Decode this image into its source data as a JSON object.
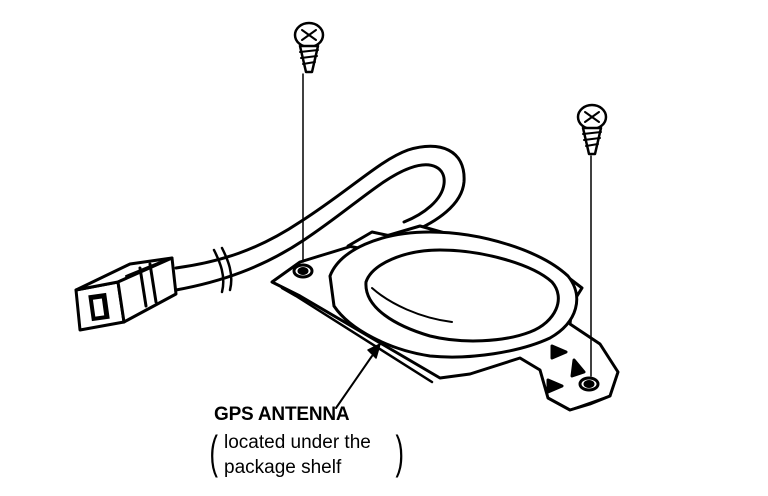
{
  "callout": {
    "title": "GPS ANTENNA",
    "note_lines": [
      "located under the",
      "package shelf"
    ],
    "paren_open": "(",
    "paren_close": ")"
  },
  "colors": {
    "ink": "#000000",
    "background": "#ffffff"
  },
  "parts": [
    "connector-icon",
    "cable",
    "antenna-housing",
    "mounting-bracket",
    "screw-icon",
    "screw-icon"
  ]
}
